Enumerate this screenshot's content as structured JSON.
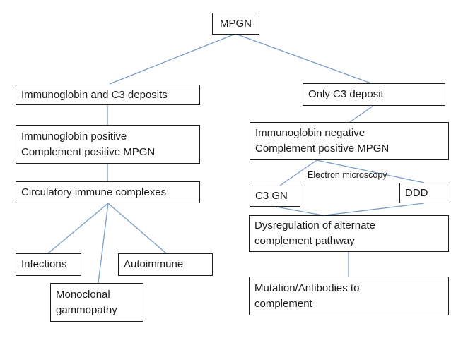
{
  "diagram": {
    "line_color": "#7a9cc6",
    "box_border_color": "#1c1c1c",
    "nodes": {
      "mpgn": {
        "label": "MPGN"
      },
      "ig_c3": {
        "label": "Immunoglobin and C3 deposits"
      },
      "ig_pos": {
        "label": "Immunoglobin positive\nComplement positive MPGN"
      },
      "circ": {
        "label": "Circulatory immune complexes"
      },
      "infections": {
        "label": "Infections"
      },
      "autoimmune": {
        "label": "Autoimmune"
      },
      "monoclonal": {
        "label": "Monoclonal\ngammopathy"
      },
      "only_c3": {
        "label": "Only C3 deposit"
      },
      "ig_neg": {
        "label": "Immunoglobin negative\nComplement positive MPGN"
      },
      "c3gn": {
        "label": "C3 GN"
      },
      "ddd": {
        "label": "DDD"
      },
      "dysreg": {
        "label": "Dysregulation of alternate\ncomplement pathway"
      },
      "mutation": {
        "label": "Mutation/Antibodies to\ncomplement"
      }
    },
    "annotations": {
      "electron_microscopy": "Electron microscopy"
    }
  }
}
